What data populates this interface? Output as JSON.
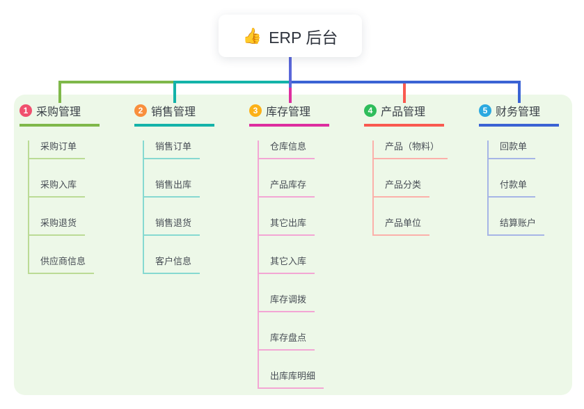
{
  "root": {
    "icon": "👍",
    "label": "ERP 后台"
  },
  "panel_bg": "#edf8e8",
  "connector_colors": {
    "root_tail": "#5a67da",
    "trunk_left": "#7fb84a",
    "trunk_mid": "#14b3a9",
    "trunk_right": "#3b63d4"
  },
  "branches": [
    {
      "num": "1",
      "label": "采购管理",
      "badge_color": "#f0506e",
      "line_color": "#7fb84a",
      "sub_line_color": "#bbdb95",
      "items": [
        "采购订单",
        "采购入库",
        "采购退货",
        "供应商信息"
      ]
    },
    {
      "num": "2",
      "label": "销售管理",
      "badge_color": "#f98f3d",
      "line_color": "#14b3a9",
      "sub_line_color": "#86d9d1",
      "items": [
        "销售订单",
        "销售出库",
        "销售退货",
        "客户信息"
      ]
    },
    {
      "num": "3",
      "label": "库存管理",
      "badge_color": "#fcb117",
      "line_color": "#dd2e9f",
      "sub_line_color": "#f3a6d4",
      "items": [
        "仓库信息",
        "产品库存",
        "其它出库",
        "其它入库",
        "库存调拨",
        "库存盘点",
        "出库库明细"
      ]
    },
    {
      "num": "4",
      "label": "产品管理",
      "badge_color": "#2fbd5b",
      "line_color": "#f95a50",
      "sub_line_color": "#fbb0aa",
      "items": [
        "产品（物料）",
        "产品分类",
        "产品单位"
      ]
    },
    {
      "num": "5",
      "label": "财务管理",
      "badge_color": "#2ba9e0",
      "line_color": "#3b63d4",
      "sub_line_color": "#a6b5e6",
      "items": [
        "回款单",
        "付款单",
        "结算账户"
      ]
    }
  ]
}
